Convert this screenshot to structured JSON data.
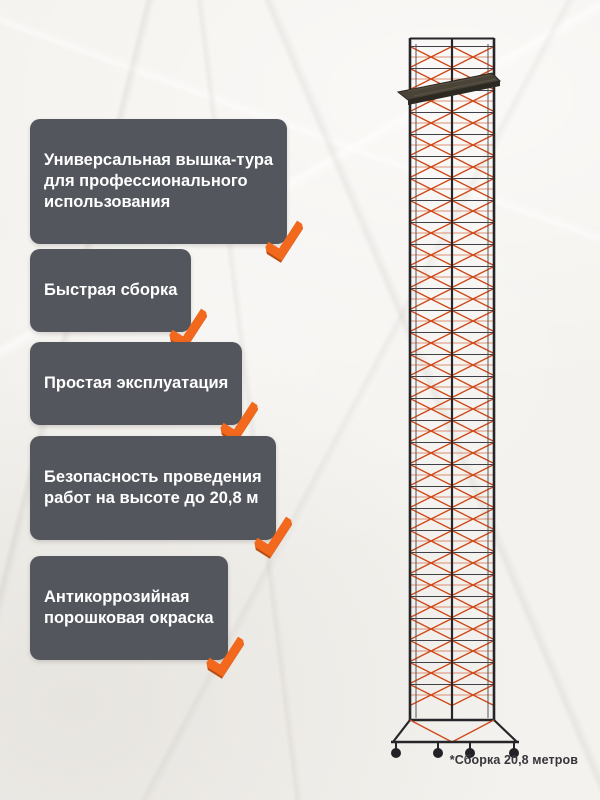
{
  "features": [
    {
      "label": "Универсальная вышка-тура\nдля профессионального\nиспользования"
    },
    {
      "label": "Быстрая сборка"
    },
    {
      "label": "Простая эксплуатация"
    },
    {
      "label": "Безопасность проведения\nработ на высоте до 20,8 м"
    },
    {
      "label": "Антикоррозийная\nпорошковая окраска"
    }
  ],
  "caption": "*Сборка 20,8 метров",
  "product": {
    "assembly_height": "20,8 м"
  },
  "icons": {
    "checkmark": "✔"
  },
  "colors": {
    "badge_background": "#53565D",
    "badge_text": "#FFFFFF",
    "check_orange": "#F2681C",
    "check_orange_dark": "#B94E13",
    "brace_orange": "#CE4A1B",
    "frame_dark": "#26262A",
    "paper_background": "#F4F2EE",
    "caption_text": "#36363B"
  }
}
